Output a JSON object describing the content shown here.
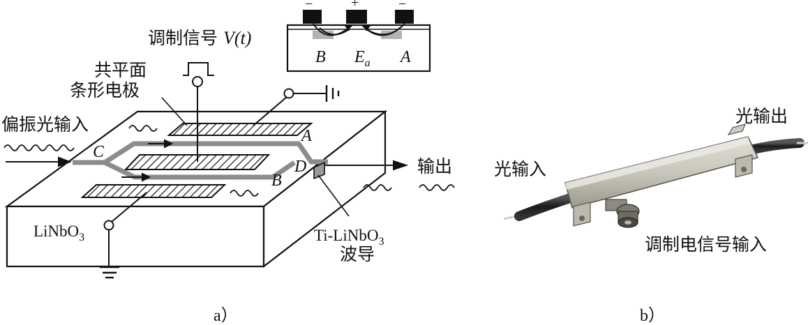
{
  "panel_a": {
    "inset": {
      "sign_left": "−",
      "sign_mid": "+",
      "sign_right": "−",
      "label_b": "B",
      "label_ea_main": "E",
      "label_ea_sub": "a",
      "label_a": "A"
    },
    "mod_signal_text": "调制信号 ",
    "mod_signal_var": "V",
    "mod_signal_arg": "(t)",
    "electrode_line1": "共平面",
    "electrode_line2": "条形电极",
    "light_input": "偏振光输入",
    "label_c": "C",
    "label_a": "A",
    "label_b": "B",
    "label_d": "D",
    "output": "输出",
    "substrate_main": "LiNbO",
    "substrate_sub": "3",
    "waveguide_line1_main": "Ti-LiNbO",
    "waveguide_line1_sub": "3",
    "waveguide_line2": "波导",
    "caption": "a）"
  },
  "panel_b": {
    "light_output": "光输出",
    "light_input": "光输入",
    "electrical_input": "调制电信号输入",
    "caption": "b）"
  },
  "colors": {
    "ink": "#111111",
    "waveguide": "#8c8c8c",
    "device_body": "#c9c6bb",
    "cable": "#262626"
  }
}
